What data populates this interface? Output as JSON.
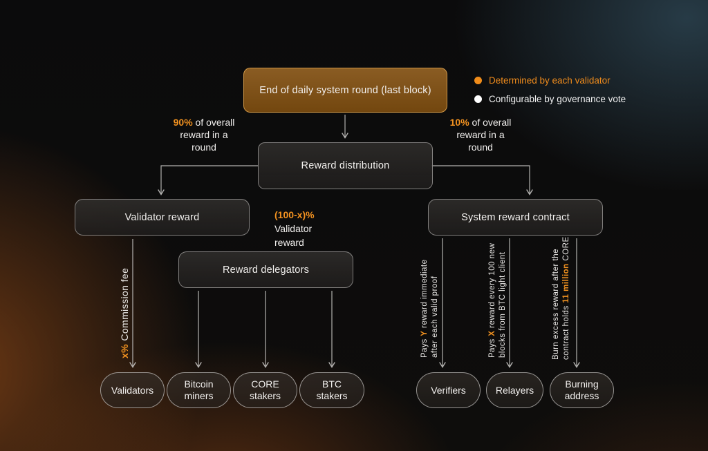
{
  "colors": {
    "accent_orange": "#f08c1a",
    "header_node_brown": "#7d5218",
    "node_gray": "#2a2827",
    "node_border": "#d9d7d5",
    "connector_line": "#c6c4c2",
    "background_base": "#0b0b0c",
    "glow_teal": "#3e6276",
    "glow_orange": "#ba5c1a",
    "text_white": "#f2f0ee"
  },
  "legend": {
    "determined": "Determined by each validator",
    "configurable": "Configurable by governance vote"
  },
  "nodes": {
    "end_round": "End of daily system round (last block)",
    "reward_distribution": "Reward distribution",
    "validator_reward": "Validator reward",
    "system_reward_contract": "System reward contract",
    "reward_delegators": "Reward delegators"
  },
  "labels": {
    "left_share": {
      "pct": "90%",
      "rest": " of overall",
      "line2": "reward in a",
      "line3": "round"
    },
    "right_share": {
      "pct": "10%",
      "rest": " of overall",
      "line2": "reward in a",
      "line3": "round"
    },
    "delegator_share": {
      "pct": "(100-x)%",
      "line2": "Validator",
      "line3": "reward"
    }
  },
  "vertical_labels": {
    "commission": {
      "pre": "x%",
      "post": " Commission fee"
    },
    "verifiers": {
      "l1_pre": "Pays ",
      "l1_hl": "Y",
      "l1_post": " reward immediate",
      "l2": "after each valid proof"
    },
    "relayers": {
      "l1_pre": "Pays ",
      "l1_hl": "X",
      "l1_post": " reward every 100 new",
      "l2": "blocks from BTC light client"
    },
    "burning": {
      "l1": "Burn excess reward after the",
      "l2_pre": "contract holds ",
      "l2_hl": "11 million",
      "l2_post": " CORE"
    }
  },
  "pills": {
    "validators": "Validators",
    "bitcoin_miners": "Bitcoin miners",
    "core_stakers": "CORE stakers",
    "btc_stakers": "BTC stakers",
    "verifiers": "Verifiers",
    "relayers": "Relayers",
    "burning_address": "Burning address"
  }
}
